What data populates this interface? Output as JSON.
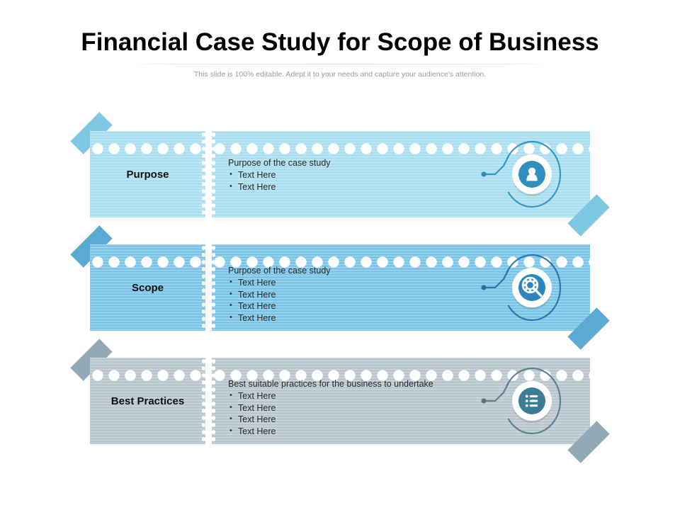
{
  "header": {
    "title": "Financial Case Study for Scope of Business",
    "subtitle": "This slide is 100% editable. Adept it to your needs and capture your audience's attention."
  },
  "colors": {
    "background": "#ffffff",
    "title_text": "#000000",
    "subtitle_text": "#9a9a9a",
    "body_text": "#2b2b2b",
    "label_text": "#111111",
    "row1_panel": "#a9dff0",
    "row1_accent": "#7ec7e3",
    "row1_icon": "#2f8fbf",
    "row2_panel": "#7cc5e8",
    "row2_accent": "#5aaad4",
    "row2_icon": "#2b86bd",
    "row3_panel": "#b8c6ce",
    "row3_accent": "#94a9b6",
    "row3_icon": "#3b7c96"
  },
  "rows": [
    {
      "label": "Purpose",
      "heading": "Purpose of the case study",
      "bullets": [
        "Text Here",
        "Text Here"
      ],
      "icon": "person-icon",
      "panel_color": "#a9dff0",
      "accent_color": "#7ec7e3",
      "icon_color": "#2f8fbf",
      "ring_color": "#2f8fbf"
    },
    {
      "label": "Scope",
      "heading": "Purpose of the case study",
      "bullets": [
        "Text Here",
        "Text Here",
        "Text Here",
        "Text Here"
      ],
      "icon": "gear-magnifier-icon",
      "panel_color": "#7cc5e8",
      "accent_color": "#5aaad4",
      "icon_color": "#2b86bd",
      "ring_color": "#2173a8"
    },
    {
      "label": "Best Practices",
      "heading": "Best suitable practices for the business to undertake",
      "bullets": [
        "Text Here",
        "Text Here",
        "Text Here",
        "Text Here"
      ],
      "icon": "list-icon",
      "panel_color": "#b8c6ce",
      "accent_color": "#94a9b6",
      "icon_color": "#3b7c96",
      "ring_color": "#55798c"
    }
  ]
}
